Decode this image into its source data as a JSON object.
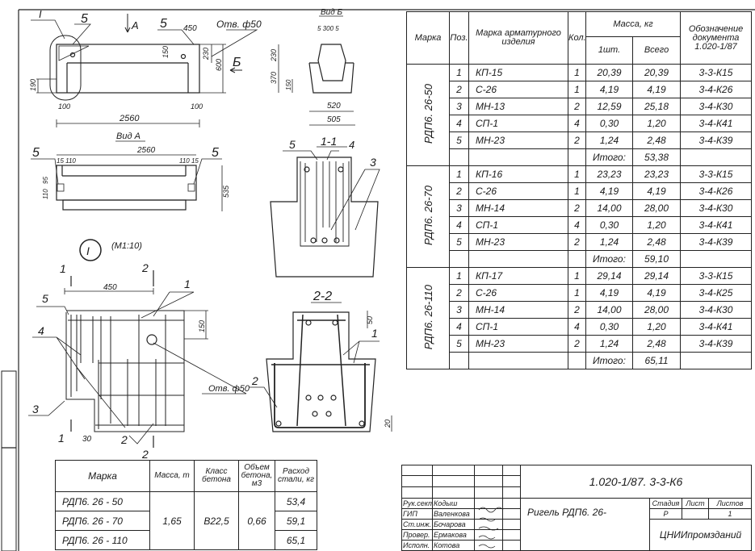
{
  "spec_table": {
    "headers": {
      "mark": "Марка",
      "pos": "Поз.",
      "item_mark": "Марка арматурного изделия",
      "qty": "Кол.",
      "mass": "Масса, кг",
      "mass_one": "1шт.",
      "mass_total": "Всего",
      "doc": "Обозначение документа 1.020-1/87"
    },
    "groups": [
      {
        "mark": "РДП6. 26-50",
        "rows": [
          {
            "pos": "1",
            "item": "КП-15",
            "qty": "1",
            "one": "20,39",
            "total": "20,39",
            "doc": "3-3-К15"
          },
          {
            "pos": "2",
            "item": "С-26",
            "qty": "1",
            "one": "4,19",
            "total": "4,19",
            "doc": "3-4-К26"
          },
          {
            "pos": "3",
            "item": "МН-13",
            "qty": "2",
            "one": "12,59",
            "total": "25,18",
            "doc": "3-4-К30"
          },
          {
            "pos": "4",
            "item": "СП-1",
            "qty": "4",
            "one": "0,30",
            "total": "1,20",
            "doc": "3-4-К41"
          },
          {
            "pos": "5",
            "item": "МН-23",
            "qty": "2",
            "one": "1,24",
            "total": "2,48",
            "doc": "3-4-К39"
          }
        ],
        "total_label": "Итого:",
        "total": "53,38"
      },
      {
        "mark": "РДП6. 26-70",
        "rows": [
          {
            "pos": "1",
            "item": "КП-16",
            "qty": "1",
            "one": "23,23",
            "total": "23,23",
            "doc": "3-3-К15"
          },
          {
            "pos": "2",
            "item": "С-26",
            "qty": "1",
            "one": "4,19",
            "total": "4,19",
            "doc": "3-4-К26"
          },
          {
            "pos": "3",
            "item": "МН-14",
            "qty": "2",
            "one": "14,00",
            "total": "28,00",
            "doc": "3-4-К30"
          },
          {
            "pos": "4",
            "item": "СП-1",
            "qty": "4",
            "one": "0,30",
            "total": "1,20",
            "doc": "3-4-К41"
          },
          {
            "pos": "5",
            "item": "МН-23",
            "qty": "2",
            "one": "1,24",
            "total": "2,48",
            "doc": "3-4-К39"
          }
        ],
        "total_label": "Итого:",
        "total": "59,10"
      },
      {
        "mark": "РДП6. 26-110",
        "rows": [
          {
            "pos": "1",
            "item": "КП-17",
            "qty": "1",
            "one": "29,14",
            "total": "29,14",
            "doc": "3-3-К15"
          },
          {
            "pos": "2",
            "item": "С-26",
            "qty": "1",
            "one": "4,19",
            "total": "4,19",
            "doc": "3-4-К25"
          },
          {
            "pos": "3",
            "item": "МН-14",
            "qty": "2",
            "one": "14,00",
            "total": "28,00",
            "doc": "3-4-К30"
          },
          {
            "pos": "4",
            "item": "СП-1",
            "qty": "4",
            "one": "0,30",
            "total": "1,20",
            "doc": "3-4-К41"
          },
          {
            "pos": "5",
            "item": "МН-23",
            "qty": "2",
            "one": "1,24",
            "total": "2,48",
            "doc": "3-4-К39"
          }
        ],
        "total_label": "Итого:",
        "total": "65,11"
      }
    ]
  },
  "summary_table": {
    "headers": {
      "mark": "Марка",
      "mass": "Масса, т",
      "concrete_class": "Класс бетона",
      "concrete_volume": "Объем бетона, м3",
      "steel": "Расход стали, кг"
    },
    "mass": "1,65",
    "concrete_class": "В22,5",
    "concrete_volume": "0,66",
    "rows": [
      {
        "mark": "РДП6. 26 - 50",
        "steel": "53,4"
      },
      {
        "mark": "РДП6. 26 - 70",
        "steel": "59,1"
      },
      {
        "mark": "РДП6. 26 - 110",
        "steel": "65,1"
      }
    ]
  },
  "title_block": {
    "code": "1.020-1/87. 3-3-К6",
    "name": "Ригель РДП6. 26-",
    "stage_label": "Стадия",
    "sheet_label": "Лист",
    "sheets_label": "Листов",
    "stage": "Р",
    "sheets": "1",
    "org": "ЦНИИпромзданий",
    "people": [
      {
        "role": "Рук.сект.",
        "name": "Кодыш"
      },
      {
        "role": "ГИП",
        "name": "Валенкова"
      },
      {
        "role": "Ст.инж.",
        "name": "Бочарова"
      },
      {
        "role": "Провер.",
        "name": "Ермакова"
      },
      {
        "role": "Исполн.",
        "name": "Котова"
      }
    ]
  },
  "drawing": {
    "front": {
      "callout_detail": "I",
      "pos5": "5",
      "arrow_a": "А",
      "pos5b": "5",
      "dim_450": "450",
      "hole": "Отв. ф50",
      "dim_150": "150",
      "dim_230": "230",
      "dim_600": "600",
      "arrow_b": "Б",
      "dim_190": "190",
      "dim_100a": "100",
      "dim_100b": "100",
      "dim_2560": "2560"
    },
    "view_a": {
      "title": "Вид А",
      "dim_2560": "2560",
      "pos5a": "5",
      "pos5b": "5",
      "dim_15_110": "15  110",
      "dim_110_15": "110  15",
      "dim_95": "95",
      "dim_110": "110",
      "dim_535": "535"
    },
    "view_b": {
      "title": "Вид Б",
      "dim_top": "5  300  5",
      "dim_230": "230",
      "dim_370": "370",
      "dim_150": "150",
      "dim_520": "520",
      "dim_505": "505"
    },
    "section_1_1": {
      "title": "1-1",
      "pos5": "5",
      "pos4": "4",
      "pos3": "3"
    },
    "detail_1": {
      "label": "I",
      "scale": "(М1:10)",
      "cut1a": "1",
      "cut1b": "1",
      "cut2a": "2",
      "cut2b": "2",
      "dim_450": "450",
      "dim_150": "150",
      "dim_30": "30",
      "pos5": "5",
      "pos4": "4",
      "pos3": "3",
      "pos1": "1",
      "pos2": "2",
      "hole": "Отв. ф50"
    },
    "section_2_2": {
      "title": "2-2",
      "pos1": "1",
      "pos2": "2",
      "dim_50": "50",
      "dim_20": "20"
    }
  }
}
